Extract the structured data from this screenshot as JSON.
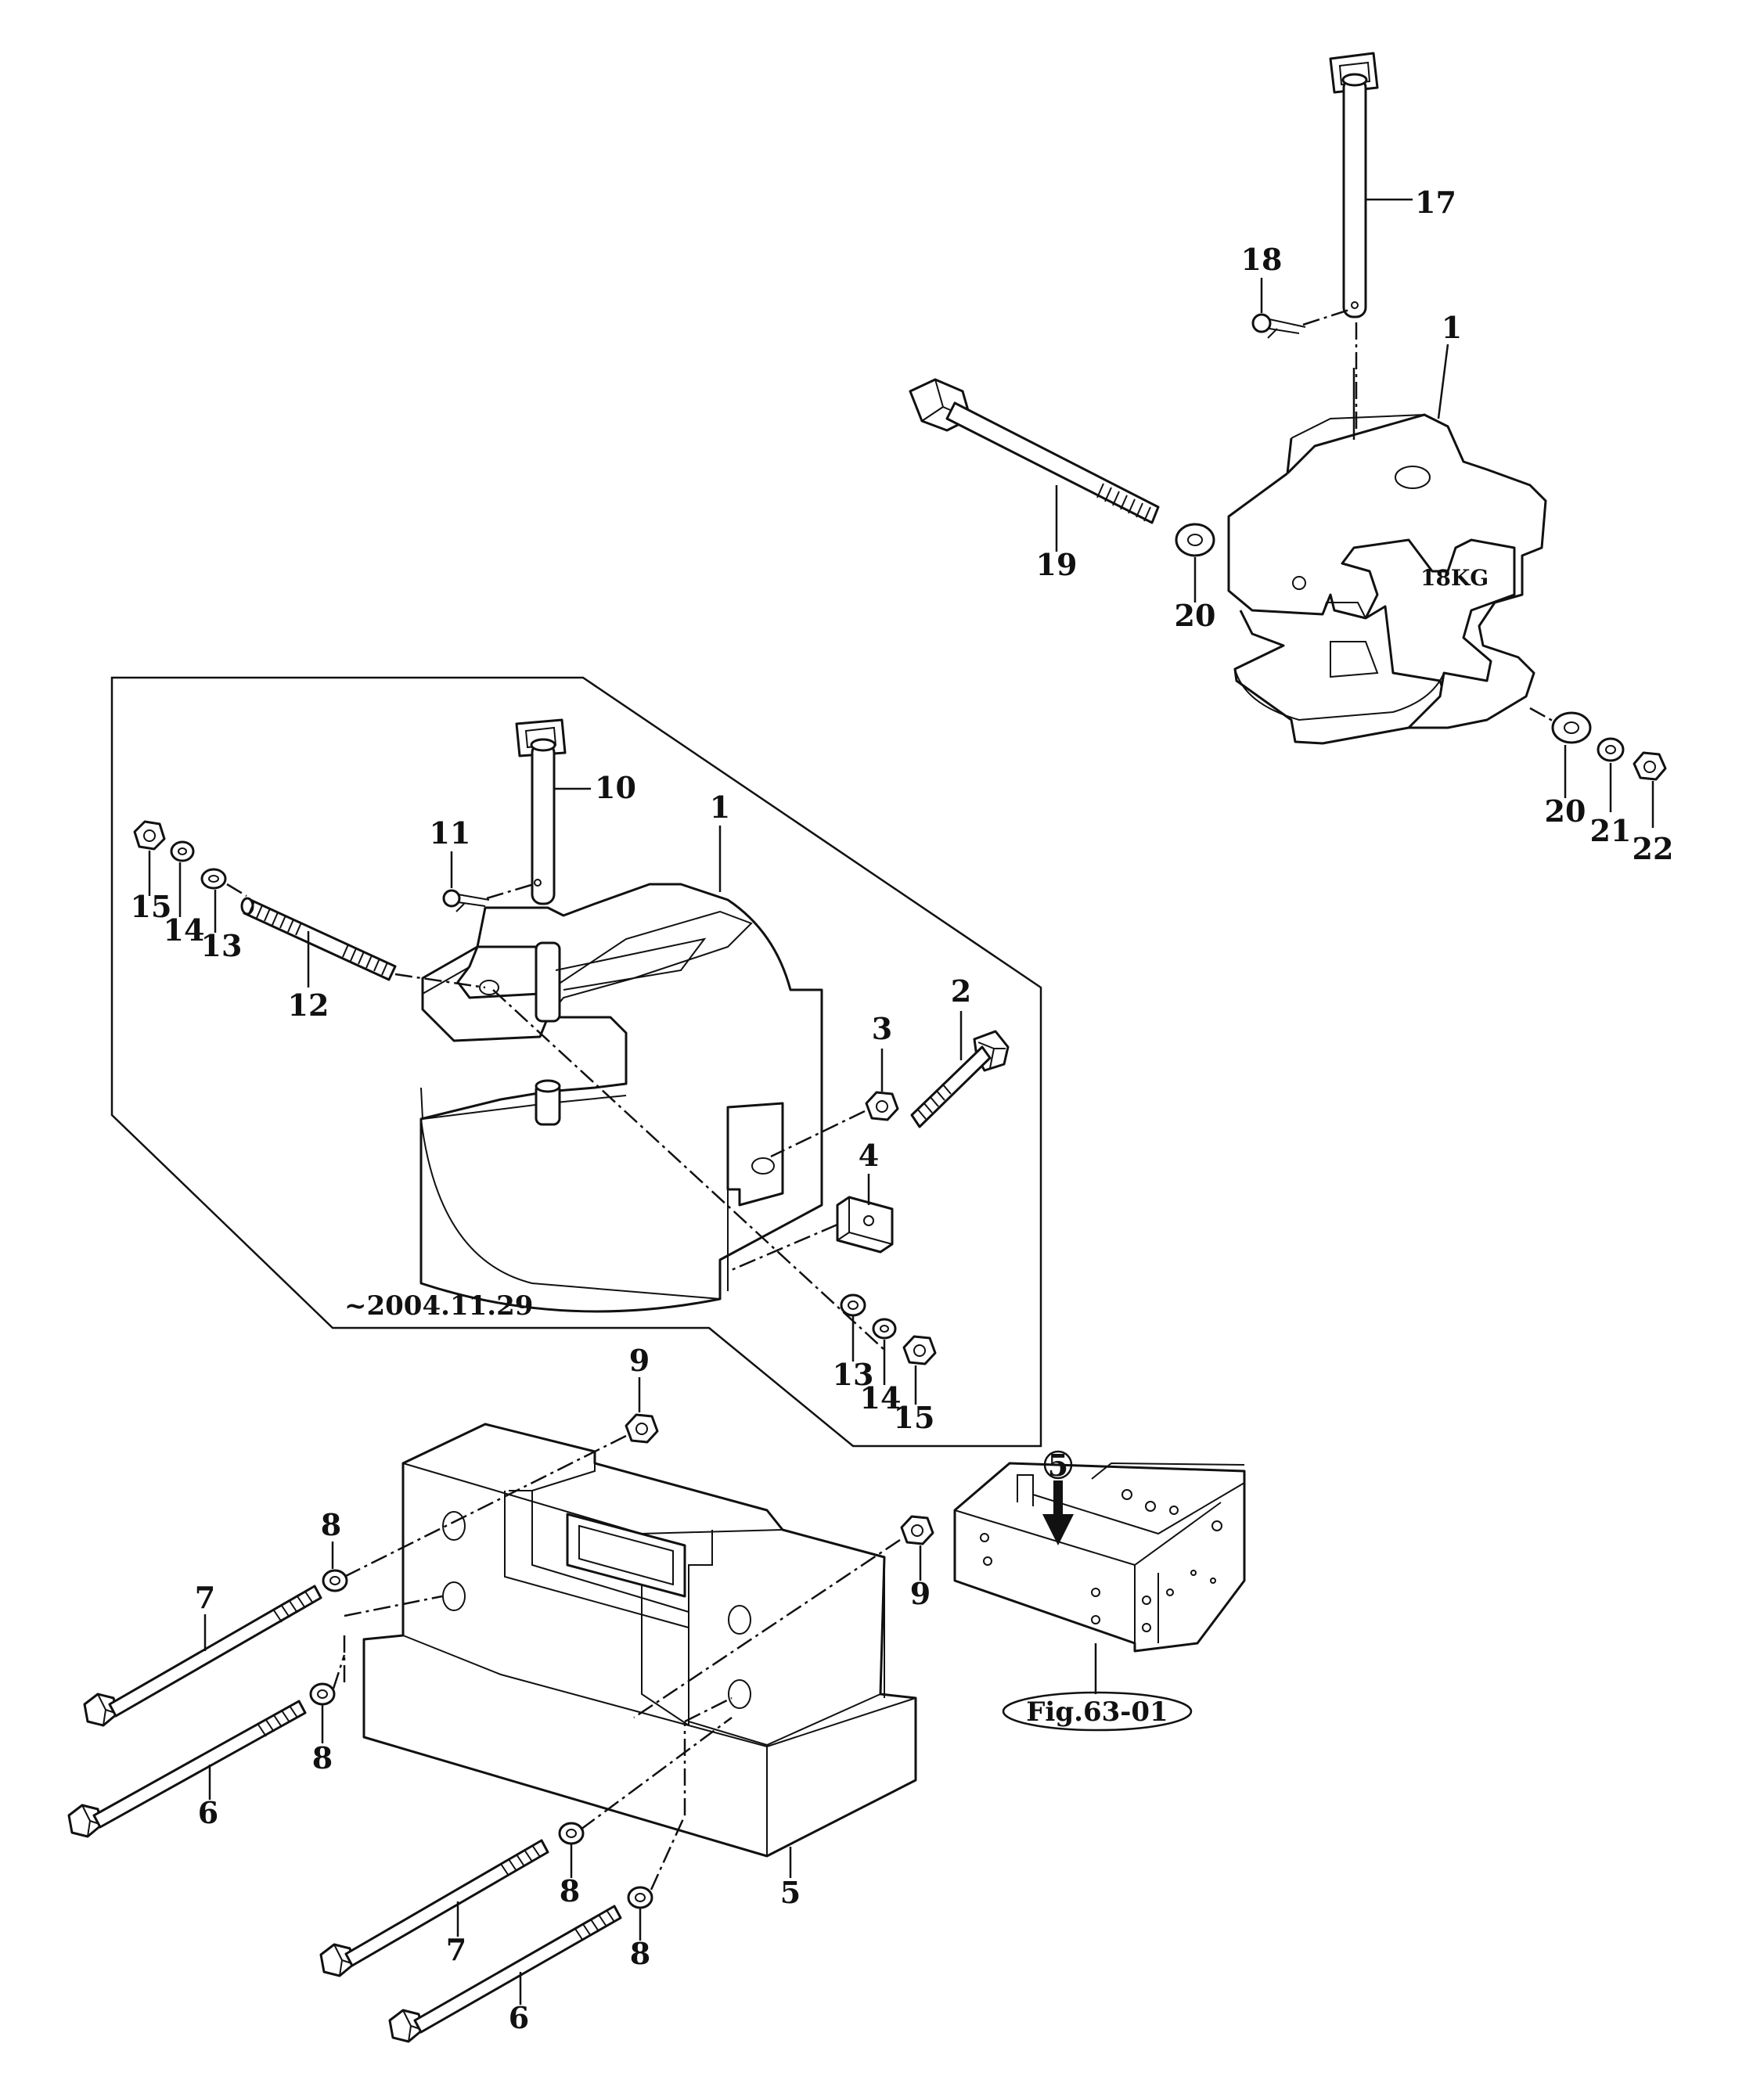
{
  "diagram": {
    "callouts": [
      "1",
      "2",
      "3",
      "4",
      "5",
      "6",
      "7",
      "8",
      "9",
      "10",
      "11",
      "12",
      "13",
      "14",
      "15",
      "17",
      "18",
      "19",
      "20",
      "21",
      "22"
    ],
    "old_version_note": "~2004.11.29",
    "figure_reference": "Fig.63-01",
    "ref_circle_mark": "5",
    "weight_mark": "18KG"
  }
}
